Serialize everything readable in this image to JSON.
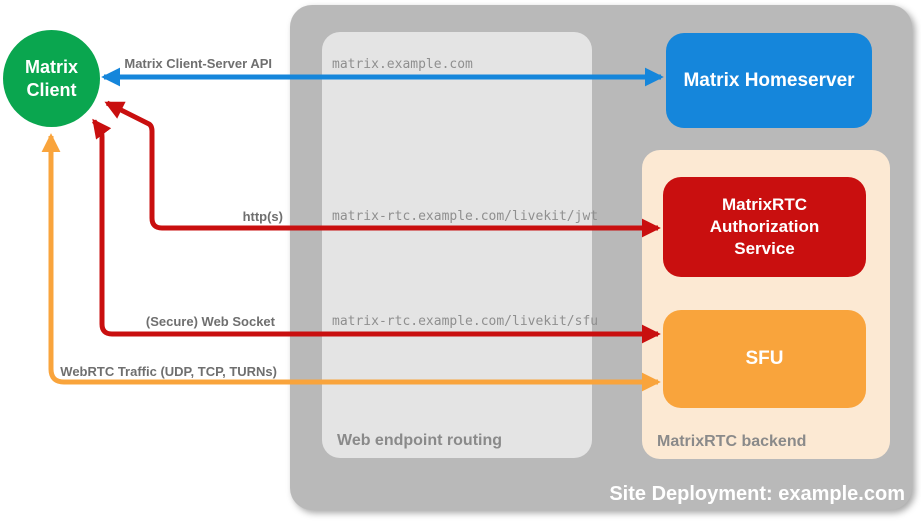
{
  "title": "Site Deployment: example.com",
  "client": {
    "label": "Matrix\nClient",
    "color": "#0aa64f"
  },
  "panels": {
    "deployment": {
      "label": "Site Deployment: example.com",
      "color": "#b9b9b9"
    },
    "routing": {
      "label": "Web endpoint routing",
      "color": "#e4e4e4"
    },
    "backend": {
      "label": "MatrixRTC backend",
      "color": "#fce9d3"
    }
  },
  "nodes": {
    "homeserver": {
      "label": "Matrix Homeserver",
      "color": "#1586db"
    },
    "auth_service": {
      "label": "MatrixRTC Authorization Service",
      "color": "#c90f0f"
    },
    "sfu": {
      "label": "SFU",
      "color": "#f9a43c"
    }
  },
  "connections": [
    {
      "label": "Matrix Client-Server API",
      "endpoint": "matrix.example.com",
      "color": "#1586db",
      "from": "Matrix Client",
      "to": "Matrix Homeserver",
      "bidirectional": true
    },
    {
      "label": "http(s)",
      "endpoint": "matrix-rtc.example.com/livekit/jwt",
      "color": "#c90f0f",
      "from": "Matrix Client",
      "to": "MatrixRTC Authorization Service",
      "bidirectional": true
    },
    {
      "label": "(Secure) Web Socket",
      "endpoint": "matrix-rtc.example.com/livekit/sfu",
      "color": "#c90f0f",
      "from": "Matrix Client",
      "to": "SFU",
      "bidirectional": true
    },
    {
      "label": "WebRTC Traffic (UDP, TCP, TURNs)",
      "endpoint": "",
      "color": "#f9a43c",
      "from": "Matrix Client",
      "to": "SFU",
      "bidirectional": true
    }
  ]
}
